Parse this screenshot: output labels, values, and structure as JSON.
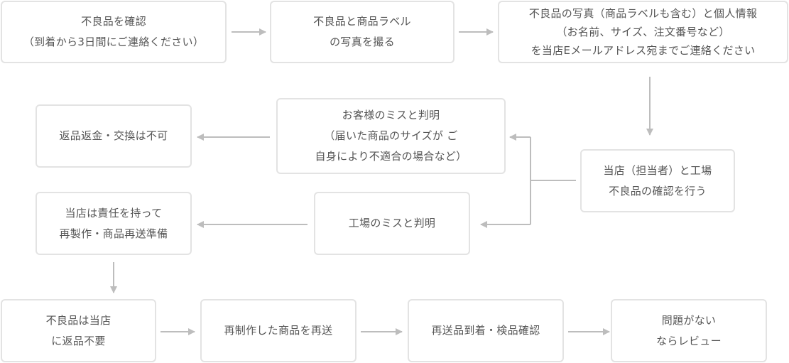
{
  "steps": {
    "report_defect": [
      "不良品を確認",
      "（到着から3日間にご連絡ください）"
    ],
    "take_photo": [
      "不良品と商品ラベル",
      "の写真を撮る"
    ],
    "email_shop": [
      "不良品の写真（商品ラベルも含む）と個人情報",
      "（お名前、サイズ、注文番号など）",
      "を当店Eメールアドレス宛までご連絡ください"
    ],
    "factory_check": [
      "当店（担当者）と工場",
      "不良品の確認を行う"
    ],
    "customer_mistake": [
      "お客様のミスと判明",
      "（届いた商品のサイズが ご",
      "自身により不適合の場合など）"
    ],
    "no_return": [
      "返品返金・交換は不可"
    ],
    "factory_mistake": [
      "工場のミスと判明"
    ],
    "shop_responsible": [
      "当店は責任を持って",
      "再製作・商品再送準備"
    ],
    "no_need_return": [
      "不良品は当店",
      "に返品不要"
    ],
    "remake_resend": [
      "再制作した商品を再送"
    ],
    "arrival_inspection": [
      "再送品到着・検品確認"
    ],
    "review": [
      "問題がない",
      "ならレビュー"
    ]
  },
  "colors": {
    "border": "#e3e3e3",
    "arrow": "#bdbdbd",
    "text": "#555555"
  }
}
